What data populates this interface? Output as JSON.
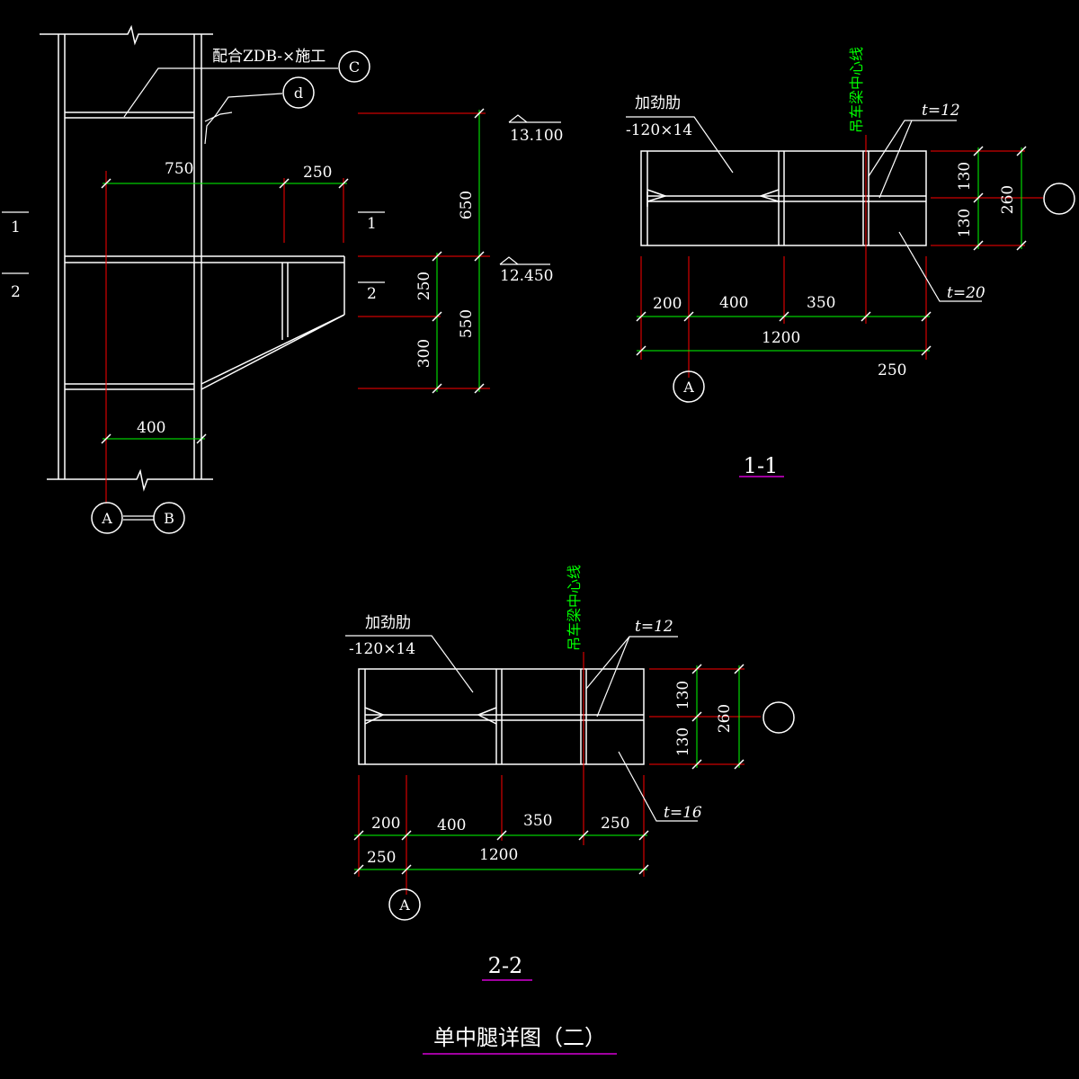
{
  "drawing_title": "单中腿详图（二）",
  "colors": {
    "background": "#000000",
    "line": "#ffffff",
    "center_line": "#ff0000",
    "dimension": "#00ff00",
    "underline": "#ff00ff"
  },
  "elevation_view": {
    "note_construct": "配合ZDB-×施工",
    "bubble_c": "C",
    "bubble_d": "d",
    "grid_a": "A",
    "grid_b": "B",
    "section_1": "1",
    "section_2": "2",
    "dim_750": "750",
    "dim_250": "250",
    "dim_400": "400",
    "dim_650": "650",
    "dim_550": "550",
    "dim_250_v": "250",
    "dim_300": "300",
    "elev_top": "13.100",
    "elev_bottom": "12.450"
  },
  "section_1_1": {
    "title": "1-1",
    "stiffener_label": "加劲肋",
    "stiffener_size": "-120×14",
    "crane_center": "吊车梁中心线",
    "t_web": "t=12",
    "t_plate": "t=20",
    "dims_bottom": [
      "200",
      "400",
      "350"
    ],
    "dim_total": "1200",
    "dim_250": "250",
    "dim_130_top": "130",
    "dim_130_bottom": "130",
    "dim_260": "260",
    "grid_a": "A"
  },
  "section_2_2": {
    "title": "2-2",
    "stiffener_label": "加劲肋",
    "stiffener_size": "-120×14",
    "crane_center": "吊车梁中心线",
    "t_web": "t=12",
    "t_plate": "t=16",
    "dims_bottom": [
      "200",
      "400",
      "350",
      "250"
    ],
    "dim_250": "250",
    "dim_total": "1200",
    "dim_130_top": "130",
    "dim_130_bottom": "130",
    "dim_260": "260",
    "grid_a": "A"
  }
}
